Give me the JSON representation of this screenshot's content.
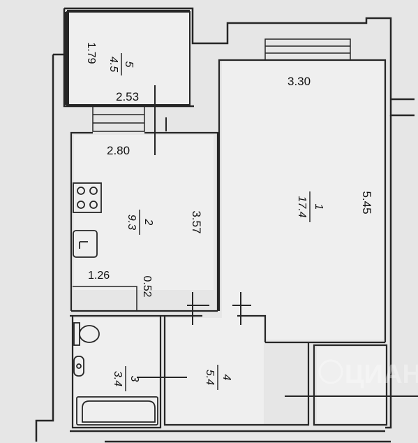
{
  "rooms": [
    {
      "number": "5",
      "area": "4.5"
    },
    {
      "number": "1",
      "area": "17.4"
    },
    {
      "number": "2",
      "area": "9.3"
    },
    {
      "number": "3",
      "area": "3.4"
    },
    {
      "number": "4",
      "area": "5.4"
    }
  ],
  "dimensions": {
    "balcony_height": "1.79",
    "balcony_width": "2.53",
    "room1_width": "3.30",
    "room1_length": "5.45",
    "kitchen_width": "2.80",
    "kitchen_length": "3.57",
    "niche_width": "1.26",
    "niche_depth": "0.52"
  },
  "watermark": "ЦИАН"
}
